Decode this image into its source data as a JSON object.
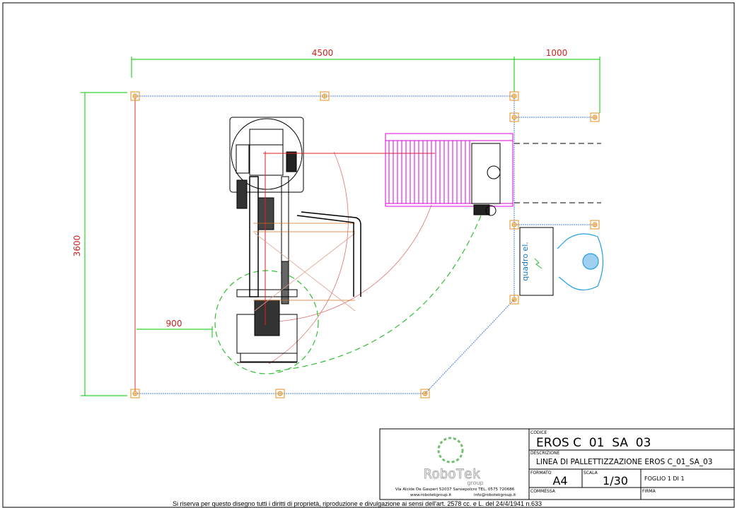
{
  "dimensions": {
    "width_top": "4500",
    "width_right": "1000",
    "height_left": "3600",
    "offset_left": "900"
  },
  "labels": {
    "electrical_panel": "quadro el."
  },
  "title_block": {
    "company": {
      "name": "RoboTek",
      "sub": "group",
      "address": "Via Alcide De Gasperi 52037 Sansepolcro TEL. 0575 720686",
      "web": "www.robotekgroup.it",
      "email": "info@robotekgroup.it"
    },
    "codice_label": "CODICE",
    "codice_value": "EROS C  01  SA  03",
    "descrizione_label": "DESCRIZIONE",
    "descrizione_value": "LINEA DI PALLETTIZZAZIONE EROS C_01_SA_03",
    "formato_label": "FORMATO",
    "formato_value": "A4",
    "scala_label": "SCALA",
    "scala_value": "1/30",
    "foglio": "FOGLIO 1 DI 1",
    "commessa_label": "COMMESSA",
    "firma_label": "FIRMA"
  },
  "footer_note": "Si riserva per questo disegno tutti i diritti di proprietà, riproduzione e divulgazione ai sensi dell'art. 2578 cc. e L. del 24/4/1941 n.633",
  "colors": {
    "dimension": "#00c800",
    "fence": "#4a7fe0",
    "post": "#e09020",
    "conveyor": "#e000e0",
    "robot": "#000000",
    "reach": "#e03030"
  }
}
